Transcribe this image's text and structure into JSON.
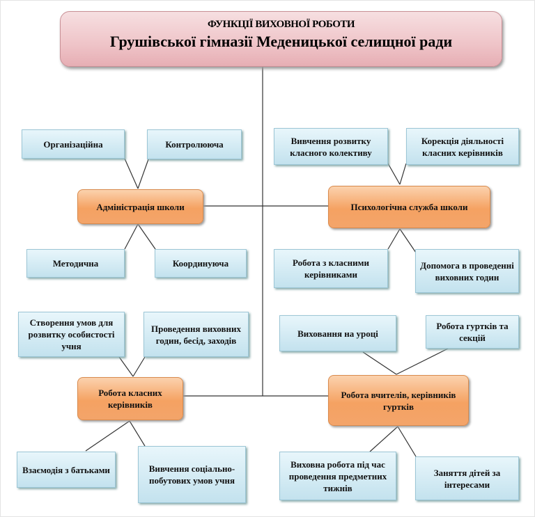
{
  "title": {
    "line1": "ФУНКЦІЇ ВИХОВНОЇ РОБОТИ",
    "line2": "Грушівської гімназії Медeницької селищної ради"
  },
  "centers": {
    "admin": "Адміністрація школи",
    "psych": "Психологічна  служба школи",
    "class": "Робота класних керівників",
    "teachers": "Робота вчителів, керівників гуртків"
  },
  "functions": {
    "org": "Організаційна",
    "control": "Контролююча",
    "method": "Методична",
    "coord": "Координуюча",
    "study_collective": "Вивчення розвитку класного колективу",
    "correction": "Корекція діяльності класних керівників",
    "work_class": "Робота з класними керівниками",
    "help_hours": "Допомога в проведенні виховних годин",
    "conditions": "Створення умов для розвитку особистості учня",
    "conduct": "Проведення виховних годин, бесід, заходів",
    "lesson": "Виховання на уроці",
    "clubs": "Робота гуртків та секцій",
    "parents": "Взаємодія з батьками",
    "social": "Вивчення соціально-побутових умов учня",
    "subject_weeks": "Виховна робота під час проведення предметних тижнів",
    "interests": "Заняття дітей за інтересами"
  }
}
